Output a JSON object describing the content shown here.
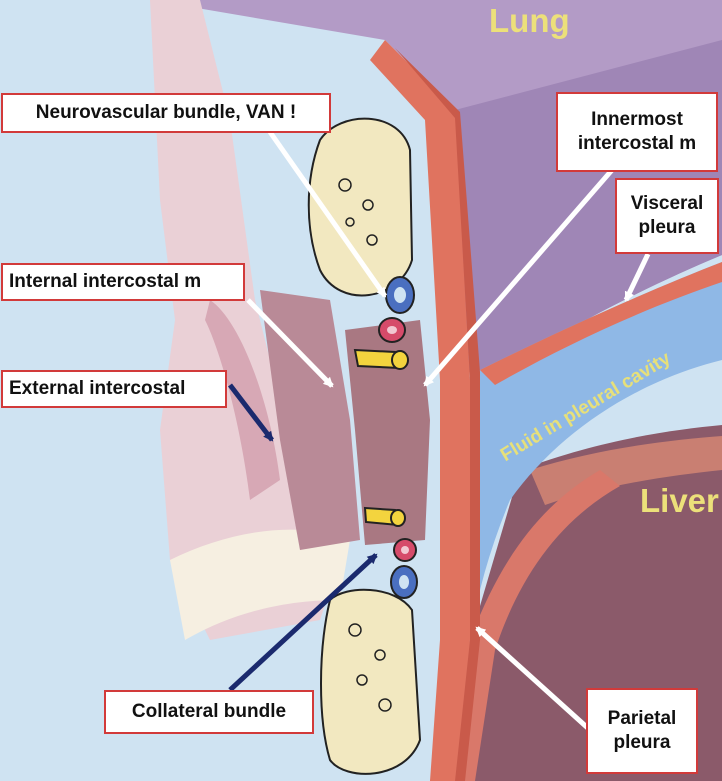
{
  "regions": {
    "lung": "Lung",
    "liver": "Liver",
    "fluid": "Fluid in pleural cavity"
  },
  "labels": {
    "neurovascular": "Neurovascular bundle, VAN !",
    "innermost_1": "Innermost",
    "innermost_2": "intercostal m",
    "visceral_1": "Visceral",
    "visceral_2": "pleura",
    "internal": "Internal intercostal m",
    "external": "External intercostal",
    "collateral": "Collateral bundle",
    "parietal_1": "Parietal",
    "parietal_2": "pleura"
  },
  "colors": {
    "callout_border": "#d23a3a",
    "region_text": "#ece07a",
    "lung": "#b39bc6",
    "liver": "#8b5a6a",
    "pleura_red": "#e0735f",
    "bone": "#f2e8c0",
    "fluid": "#8fb8e6",
    "nav_arrow": "#1b2a6e",
    "white_arrow": "#ffffff"
  }
}
